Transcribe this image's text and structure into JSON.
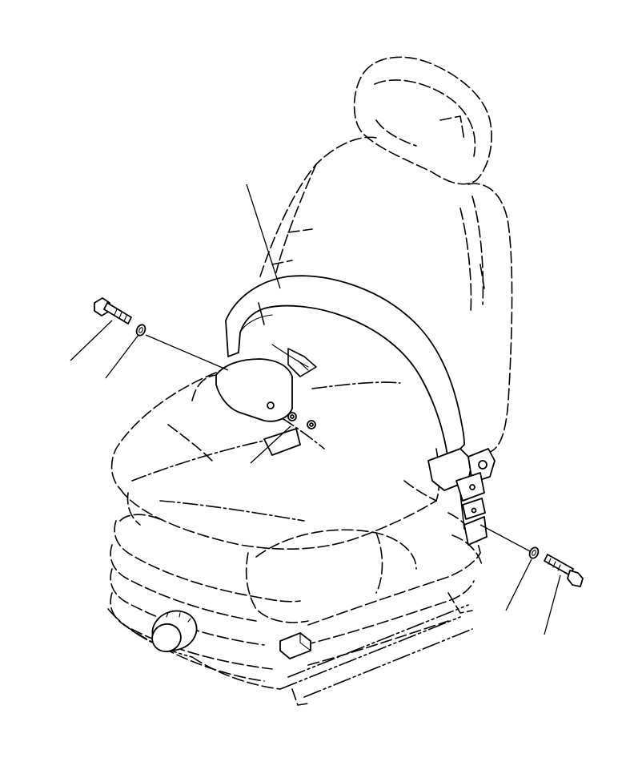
{
  "diagram": {
    "type": "exploded parts illustration",
    "line_color": "#000000",
    "background": "#ffffff",
    "text_labels": [],
    "parts": [
      {
        "id": "seat-assembly",
        "style": "phantom",
        "label": ""
      },
      {
        "id": "headrest",
        "style": "phantom",
        "label": ""
      },
      {
        "id": "seat-belt",
        "style": "solid",
        "label": ""
      },
      {
        "id": "bolt-left",
        "style": "solid",
        "label": ""
      },
      {
        "id": "washer-left",
        "style": "solid",
        "label": ""
      },
      {
        "id": "bolt-right",
        "style": "solid",
        "label": ""
      },
      {
        "id": "washer-right",
        "style": "solid",
        "label": ""
      },
      {
        "id": "adjust-knob",
        "style": "solid",
        "label": ""
      }
    ],
    "callout_count": 7
  }
}
